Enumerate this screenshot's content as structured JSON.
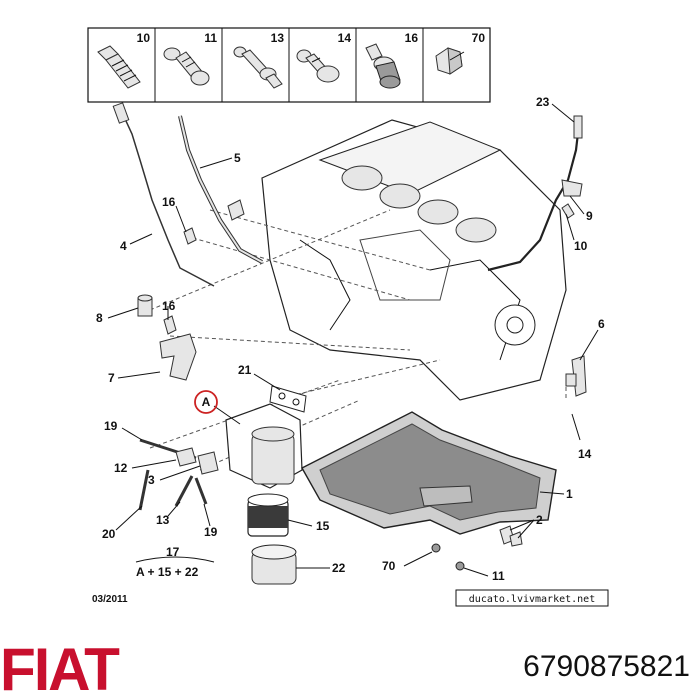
{
  "header_parts": [
    {
      "label": "10",
      "icon": "bolt-long-icon"
    },
    {
      "label": "11",
      "icon": "bolt-flange-icon"
    },
    {
      "label": "13",
      "icon": "stud-icon"
    },
    {
      "label": "14",
      "icon": "bolt-short-icon"
    },
    {
      "label": "16",
      "icon": "bolt-hex-washer-icon"
    },
    {
      "label": "70",
      "icon": "drain-plug-icon"
    }
  ],
  "callouts": [
    {
      "id": "23",
      "label": "23"
    },
    {
      "id": "5",
      "label": "5"
    },
    {
      "id": "16a",
      "label": "16"
    },
    {
      "id": "9",
      "label": "9"
    },
    {
      "id": "4",
      "label": "4"
    },
    {
      "id": "10",
      "label": "10"
    },
    {
      "id": "8",
      "label": "8"
    },
    {
      "id": "16b",
      "label": "16"
    },
    {
      "id": "6",
      "label": "6"
    },
    {
      "id": "7",
      "label": "7"
    },
    {
      "id": "21",
      "label": "21"
    },
    {
      "id": "A",
      "label": "A"
    },
    {
      "id": "19a",
      "label": "19"
    },
    {
      "id": "12",
      "label": "12"
    },
    {
      "id": "3",
      "label": "3"
    },
    {
      "id": "14",
      "label": "14"
    },
    {
      "id": "1",
      "label": "1"
    },
    {
      "id": "13",
      "label": "13"
    },
    {
      "id": "20",
      "label": "20"
    },
    {
      "id": "19b",
      "label": "19"
    },
    {
      "id": "15",
      "label": "15"
    },
    {
      "id": "2",
      "label": "2"
    },
    {
      "id": "17",
      "label": "17"
    },
    {
      "id": "22",
      "label": "22"
    },
    {
      "id": "70",
      "label": "70"
    },
    {
      "id": "11",
      "label": "11"
    }
  ],
  "formula": "A + 15 + 22",
  "date": "03/2011",
  "watermark": "ducato.lvivmarket.net",
  "brand": "FIAT",
  "part_number": "6790875821",
  "colors": {
    "brand_red": "#c8102e",
    "ring_red": "#cc2222",
    "ink": "#111111"
  }
}
